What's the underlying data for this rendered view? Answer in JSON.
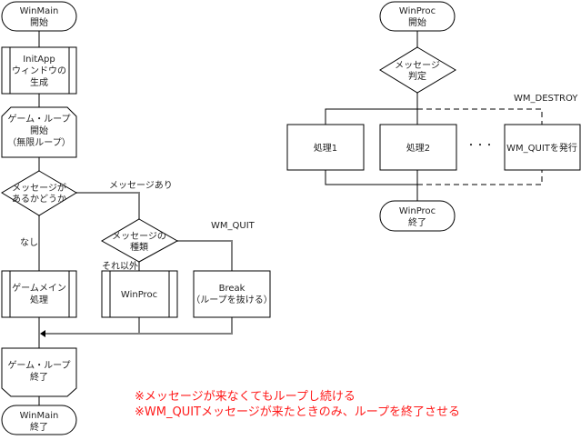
{
  "main_flow": {
    "start": [
      "WinMain",
      "開始"
    ],
    "init": [
      "InitApp",
      "ウィンドウの",
      "生成"
    ],
    "loop_start": [
      "ゲーム・ループ",
      "開始",
      "（無限ループ）"
    ],
    "decision_message": [
      "メッセージが",
      "あるかどうか"
    ],
    "label_yes": "メッセージあり",
    "label_no": "なし",
    "decision_type": [
      "メッセージの",
      "種類"
    ],
    "label_quit": "WM_QUIT",
    "label_other": "それ以外",
    "game_main": [
      "ゲームメイン",
      "処理"
    ],
    "winproc_call": [
      "WinProc"
    ],
    "break_box": [
      "Break",
      "（ループを抜ける）"
    ],
    "loop_end": [
      "ゲーム・ループ",
      "終了"
    ],
    "end": [
      "WinMain",
      "終了"
    ]
  },
  "proc_flow": {
    "start": [
      "WinProc",
      "開始"
    ],
    "decision": [
      "メッセージ",
      "判定"
    ],
    "label_destroy": "WM_DESTROY",
    "process1": "処理1",
    "process2": "処理2",
    "ellipsis": "・・・",
    "quit_box": "WM_QUITを発行",
    "end": [
      "WinProc",
      "終了"
    ]
  },
  "notes": [
    "※メッセージが来なくてもループし続ける",
    "※WM_QUITメッセージが来たときのみ、ループを終了させる"
  ],
  "colors": {
    "note": "#ff1a1a",
    "line": "#808080",
    "border": "#000000"
  }
}
